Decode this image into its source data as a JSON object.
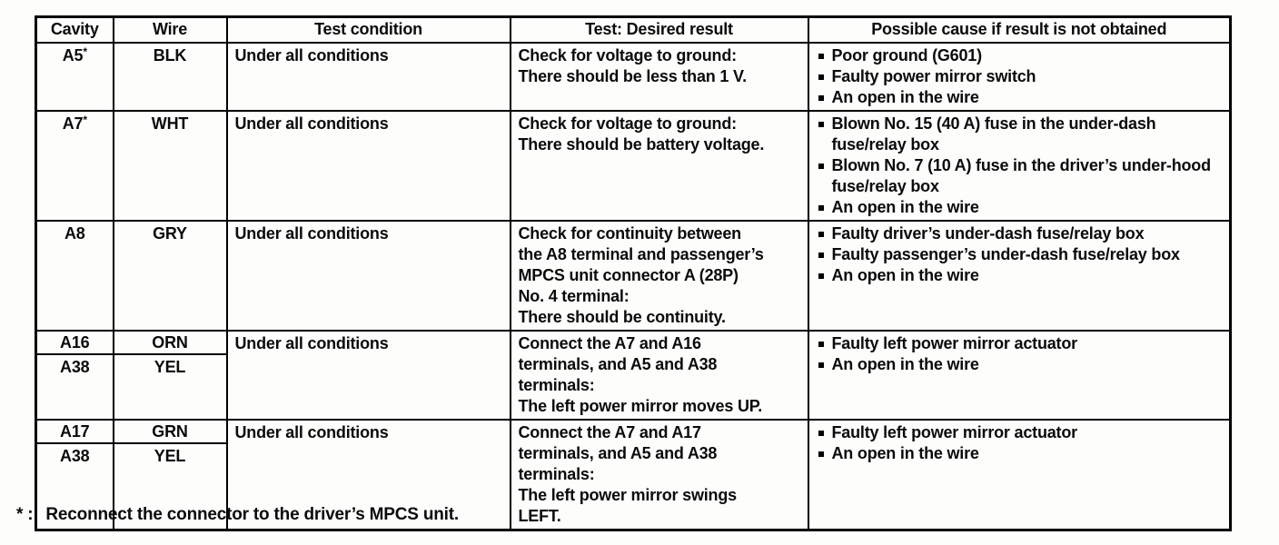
{
  "page": {
    "background": "#fdfdfc",
    "text_color": "#0b0b0b",
    "border_color": "#000000"
  },
  "table": {
    "headers": {
      "cavity": "Cavity",
      "wire": "Wire",
      "condition": "Test condition",
      "result": "Test: Desired result",
      "causes": "Possible cause if result is not obtained"
    },
    "rows": [
      {
        "cavity": "A5",
        "cavity_star": "*",
        "wire": "BLK",
        "condition": "Under all conditions",
        "result": [
          "Check for voltage to ground:",
          "There should be less than 1 V."
        ],
        "causes": [
          "Poor ground (G601)",
          "Faulty power mirror switch",
          "An open in the wire"
        ]
      },
      {
        "cavity": "A7",
        "cavity_star": "*",
        "wire": "WHT",
        "condition": "Under all conditions",
        "result": [
          "Check for voltage to ground:",
          "There should be battery voltage."
        ],
        "causes": [
          "Blown No. 15 (40 A) fuse in the under-dash fuse/relay box",
          "Blown No. 7 (10 A) fuse in the driver’s under-hood fuse/relay box",
          "An open in the wire"
        ]
      },
      {
        "cavity": "A8",
        "wire": "GRY",
        "condition": "Under all conditions",
        "result": [
          "Check for continuity between",
          "the A8 terminal and passenger’s",
          "MPCS unit connector A (28P)",
          "No. 4 terminal:",
          "There should be continuity."
        ],
        "causes": [
          "Faulty driver’s under-dash fuse/relay box",
          "Faulty passenger’s under-dash fuse/relay box",
          "An open in the wire"
        ]
      },
      {
        "cavities": [
          "A16",
          "A38"
        ],
        "wires": [
          "ORN",
          "YEL"
        ],
        "condition": "Under all conditions",
        "result": [
          "Connect the A7 and A16",
          "terminals, and A5 and A38",
          "terminals:",
          "The left power mirror moves UP."
        ],
        "causes": [
          "Faulty left power mirror actuator",
          "An open in the wire"
        ]
      },
      {
        "cavities": [
          "A17",
          "A38"
        ],
        "wires": [
          "GRN",
          "YEL"
        ],
        "condition": "Under all conditions",
        "result": [
          "Connect the A7 and A17",
          "terminals, and A5 and A38",
          "terminals:",
          "The left power mirror swings",
          "LEFT."
        ],
        "causes": [
          "Faulty left power mirror actuator",
          "An open in the wire"
        ]
      }
    ]
  },
  "footnote": {
    "marker": "* :",
    "text": "Reconnect the connector to the driver’s MPCS unit."
  }
}
